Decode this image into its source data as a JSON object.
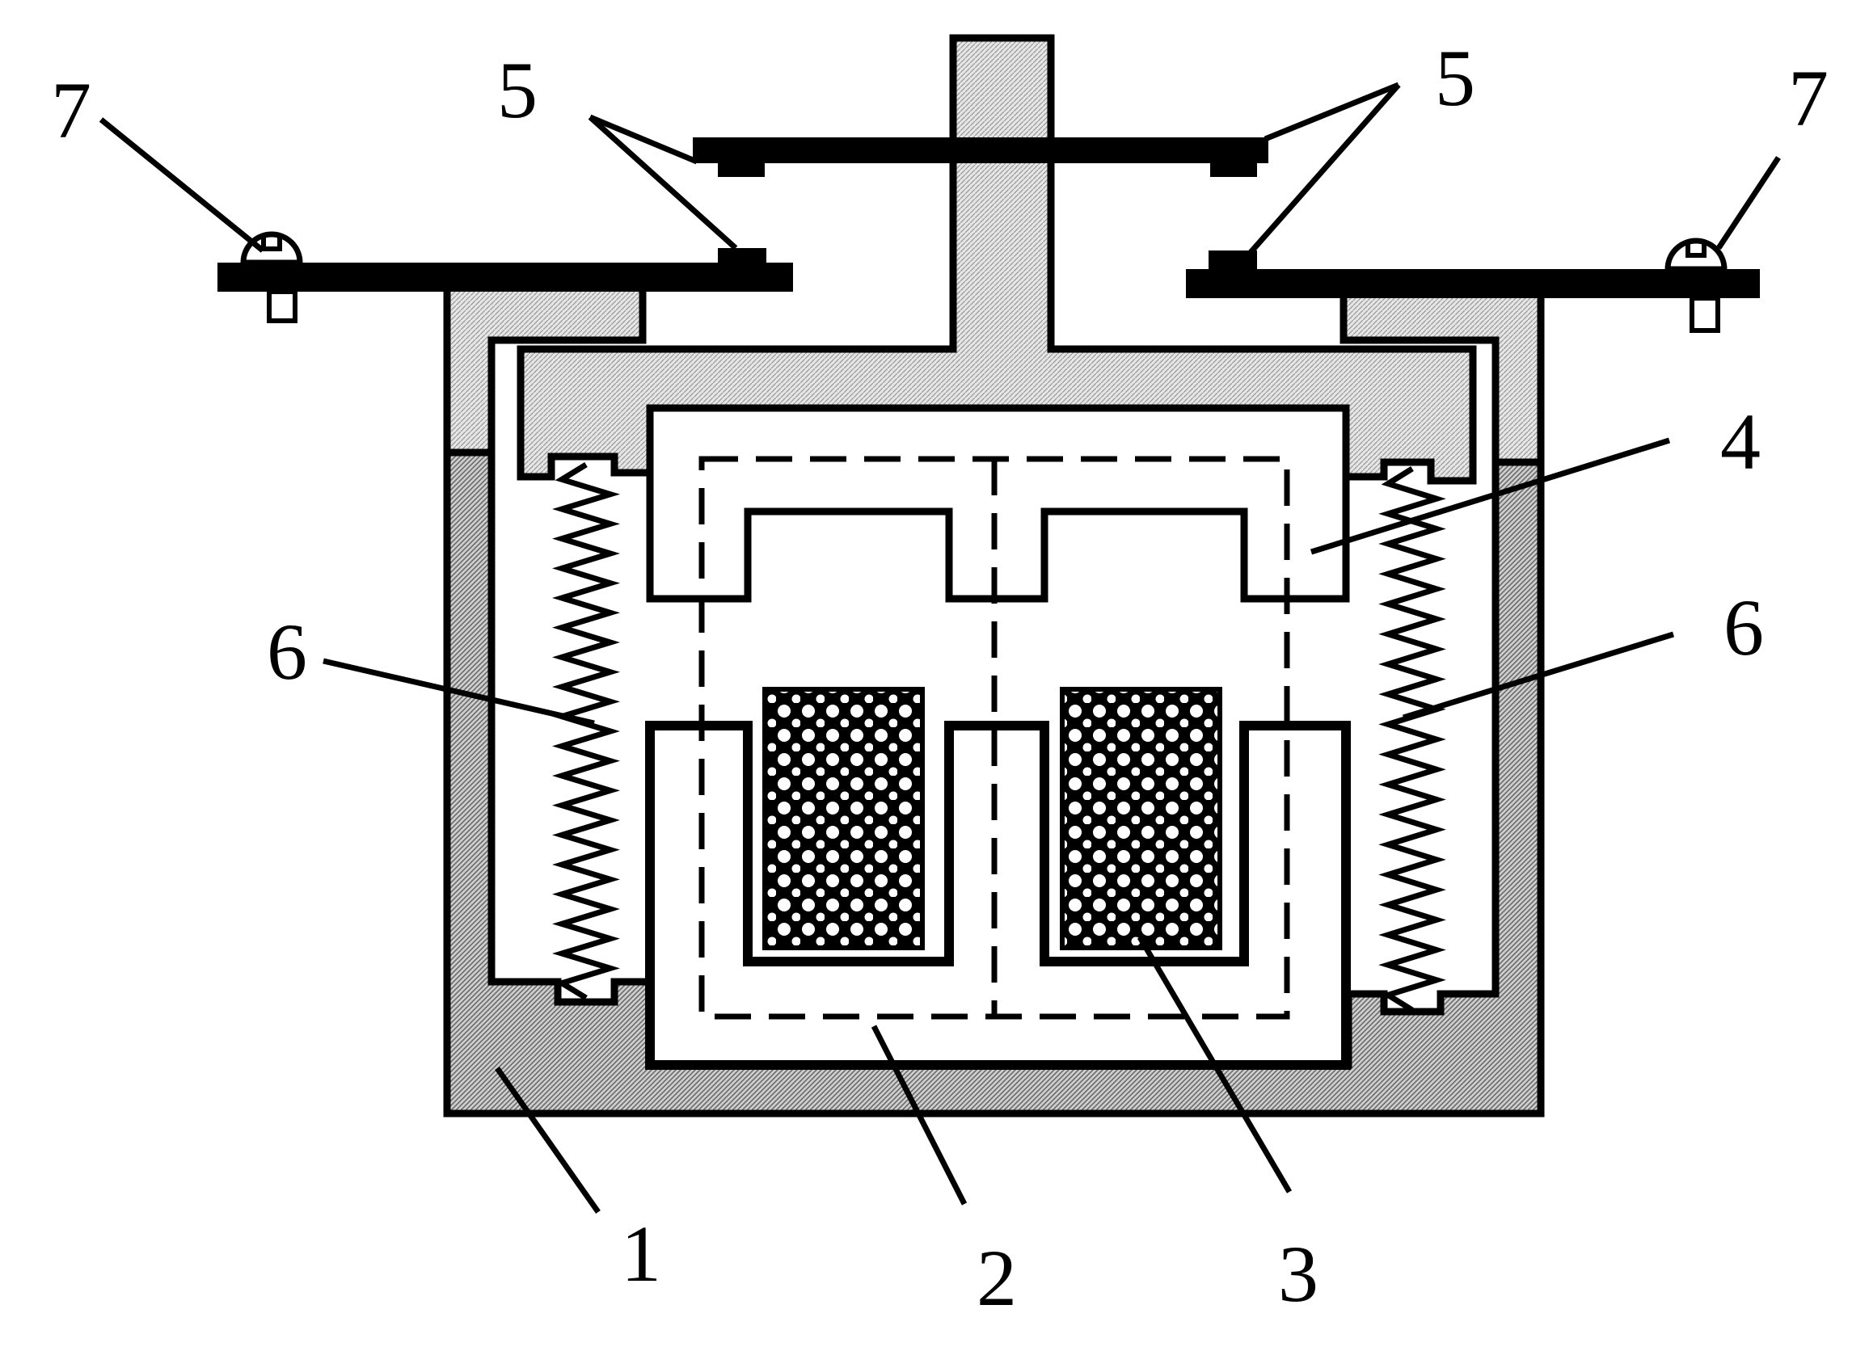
{
  "labels": {
    "base": "1",
    "magnetic_path": "2",
    "coil": "3",
    "armature": "4",
    "contact_left": "5",
    "contact_right": "5",
    "spring_left": "6",
    "spring_right": "6",
    "terminal_left": "7",
    "terminal_right": "7"
  },
  "colors": {
    "line": "#000000",
    "fill_light": "#d8d8d8",
    "fill_dark": "#9a9a9a",
    "coil": "#000000"
  }
}
